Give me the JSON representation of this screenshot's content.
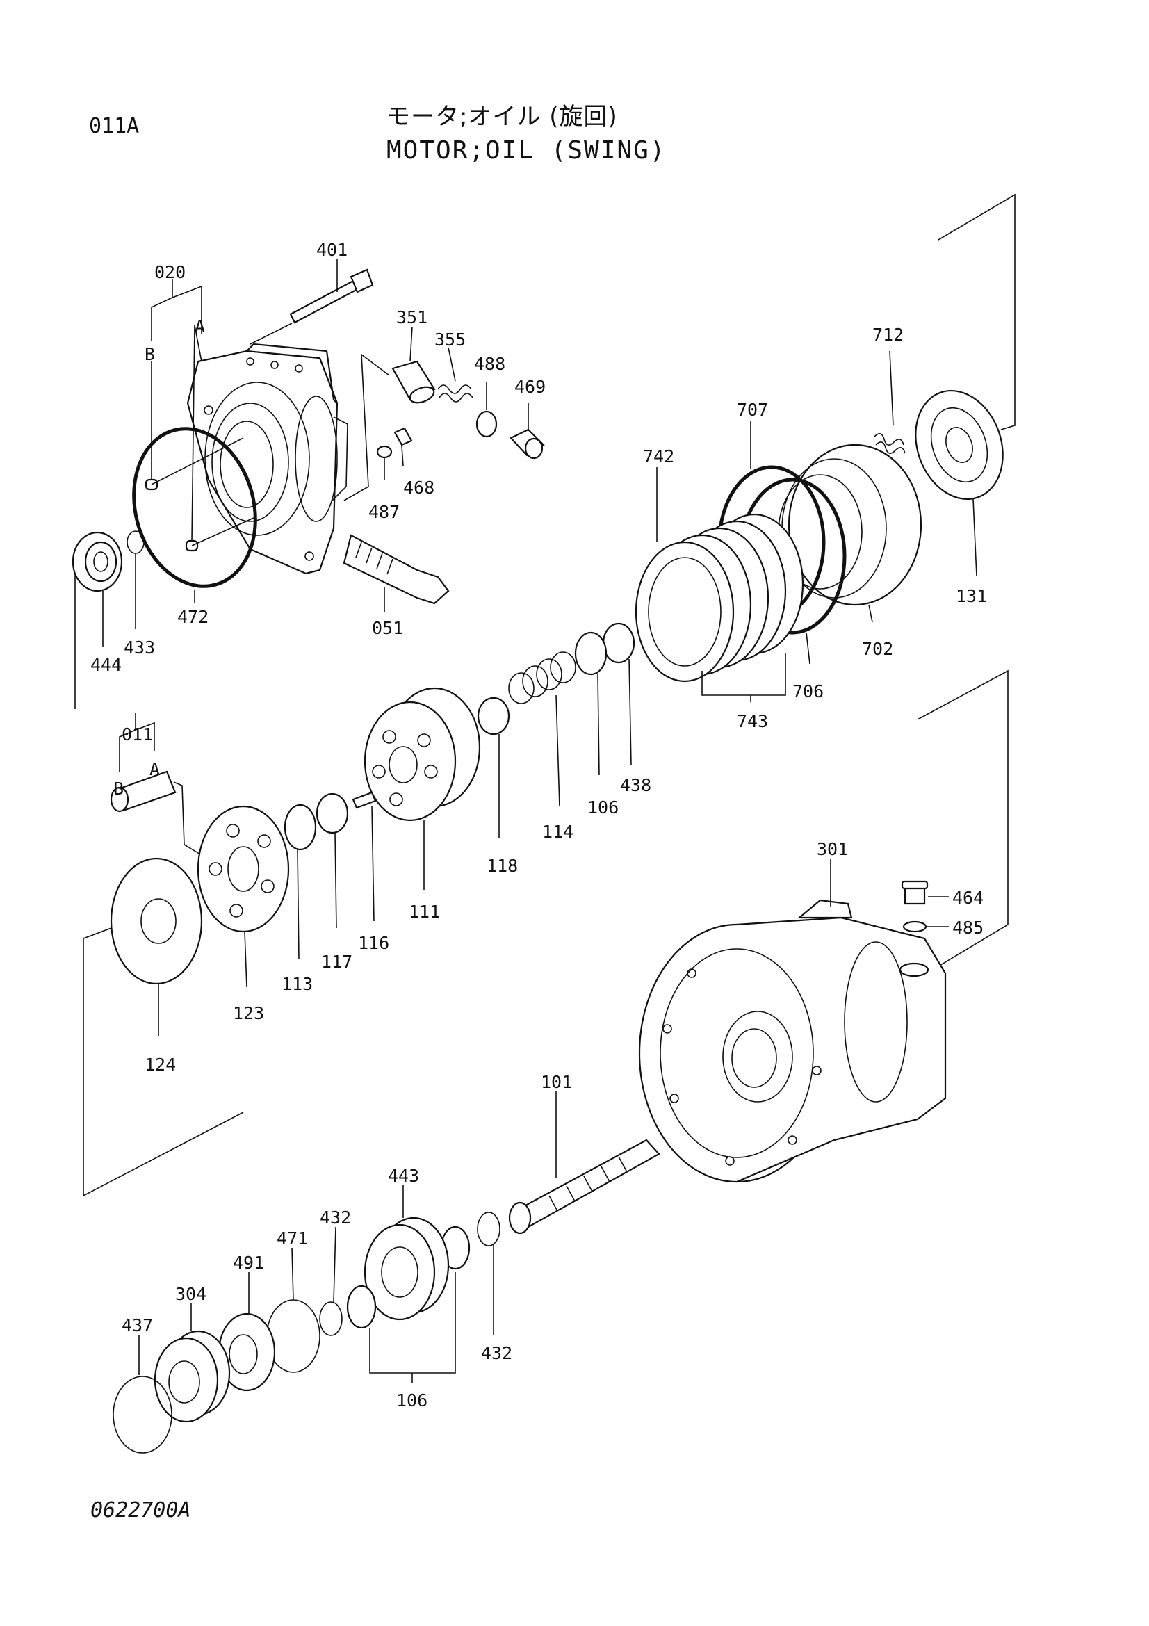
{
  "header": {
    "code": "011A",
    "title_jp": "モータ;オイル (旋回)",
    "title_en": "MOTOR;OIL (SWING)"
  },
  "footer": {
    "drawing_number": "0622700A"
  },
  "part_labels": {
    "p401": "401",
    "p020": "020",
    "pA1": "A",
    "pB1": "B",
    "p351": "351",
    "p355": "355",
    "p488": "488",
    "p469": "469",
    "p468": "468",
    "p487": "487",
    "p051": "051",
    "p472": "472",
    "p433": "433",
    "p444": "444",
    "p712": "712",
    "p707": "707",
    "p742": "742",
    "p131": "131",
    "p702": "702",
    "p706": "706",
    "p743": "743",
    "p438": "438",
    "p106a": "106",
    "p114": "114",
    "p118": "118",
    "p011": "011",
    "pA2": "A",
    "pB2": "B",
    "p111": "111",
    "p116": "116",
    "p117": "117",
    "p113": "113",
    "p123": "123",
    "p124": "124",
    "p301": "301",
    "p464": "464",
    "p485": "485",
    "p101": "101",
    "p443": "443",
    "p432a": "432",
    "p471": "471",
    "p491": "491",
    "p304": "304",
    "p437": "437",
    "p432b": "432",
    "p106b": "106"
  }
}
